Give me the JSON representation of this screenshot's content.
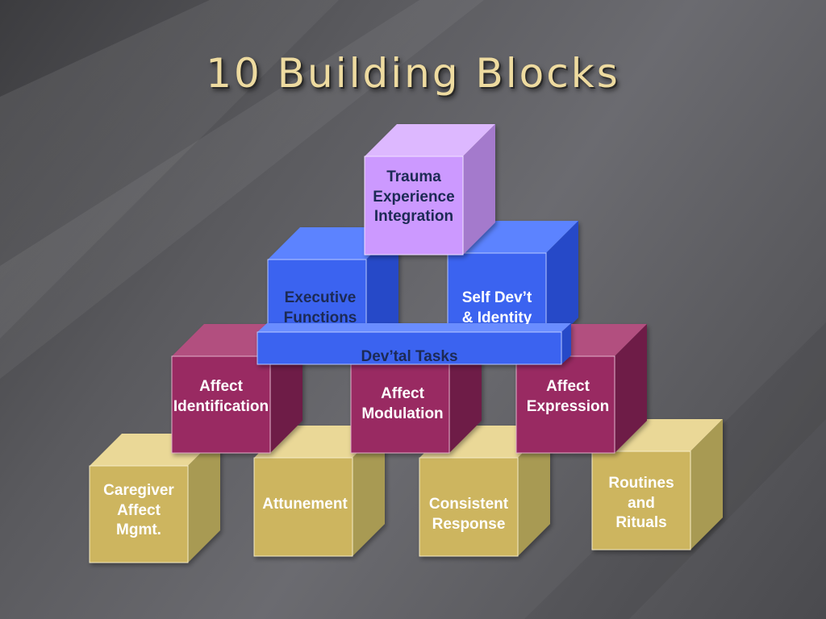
{
  "title": "10 Building Blocks",
  "blocks": {
    "trauma": "Trauma\nExperience\nIntegration",
    "executive": "Executive\nFunctions",
    "selfdev": "Self Dev’t\n& Identity",
    "devtal": "Dev’tal Tasks",
    "affect_identification": "Affect\nIdentification",
    "affect_modulation": "Affect\nModulation",
    "affect_expression": "Affect\nExpression",
    "caregiver": "Caregiver\nAffect\nMgmt.",
    "attunement": "Attunement",
    "consistent": "Consistent\nResponse",
    "routines": "Routines\nand\nRituals"
  },
  "colors": {
    "gold": "#cdb55f",
    "maroon": "#992b62",
    "blue": "#3b63f0",
    "lavender": "#cc99ff",
    "title": "#eedba0"
  }
}
